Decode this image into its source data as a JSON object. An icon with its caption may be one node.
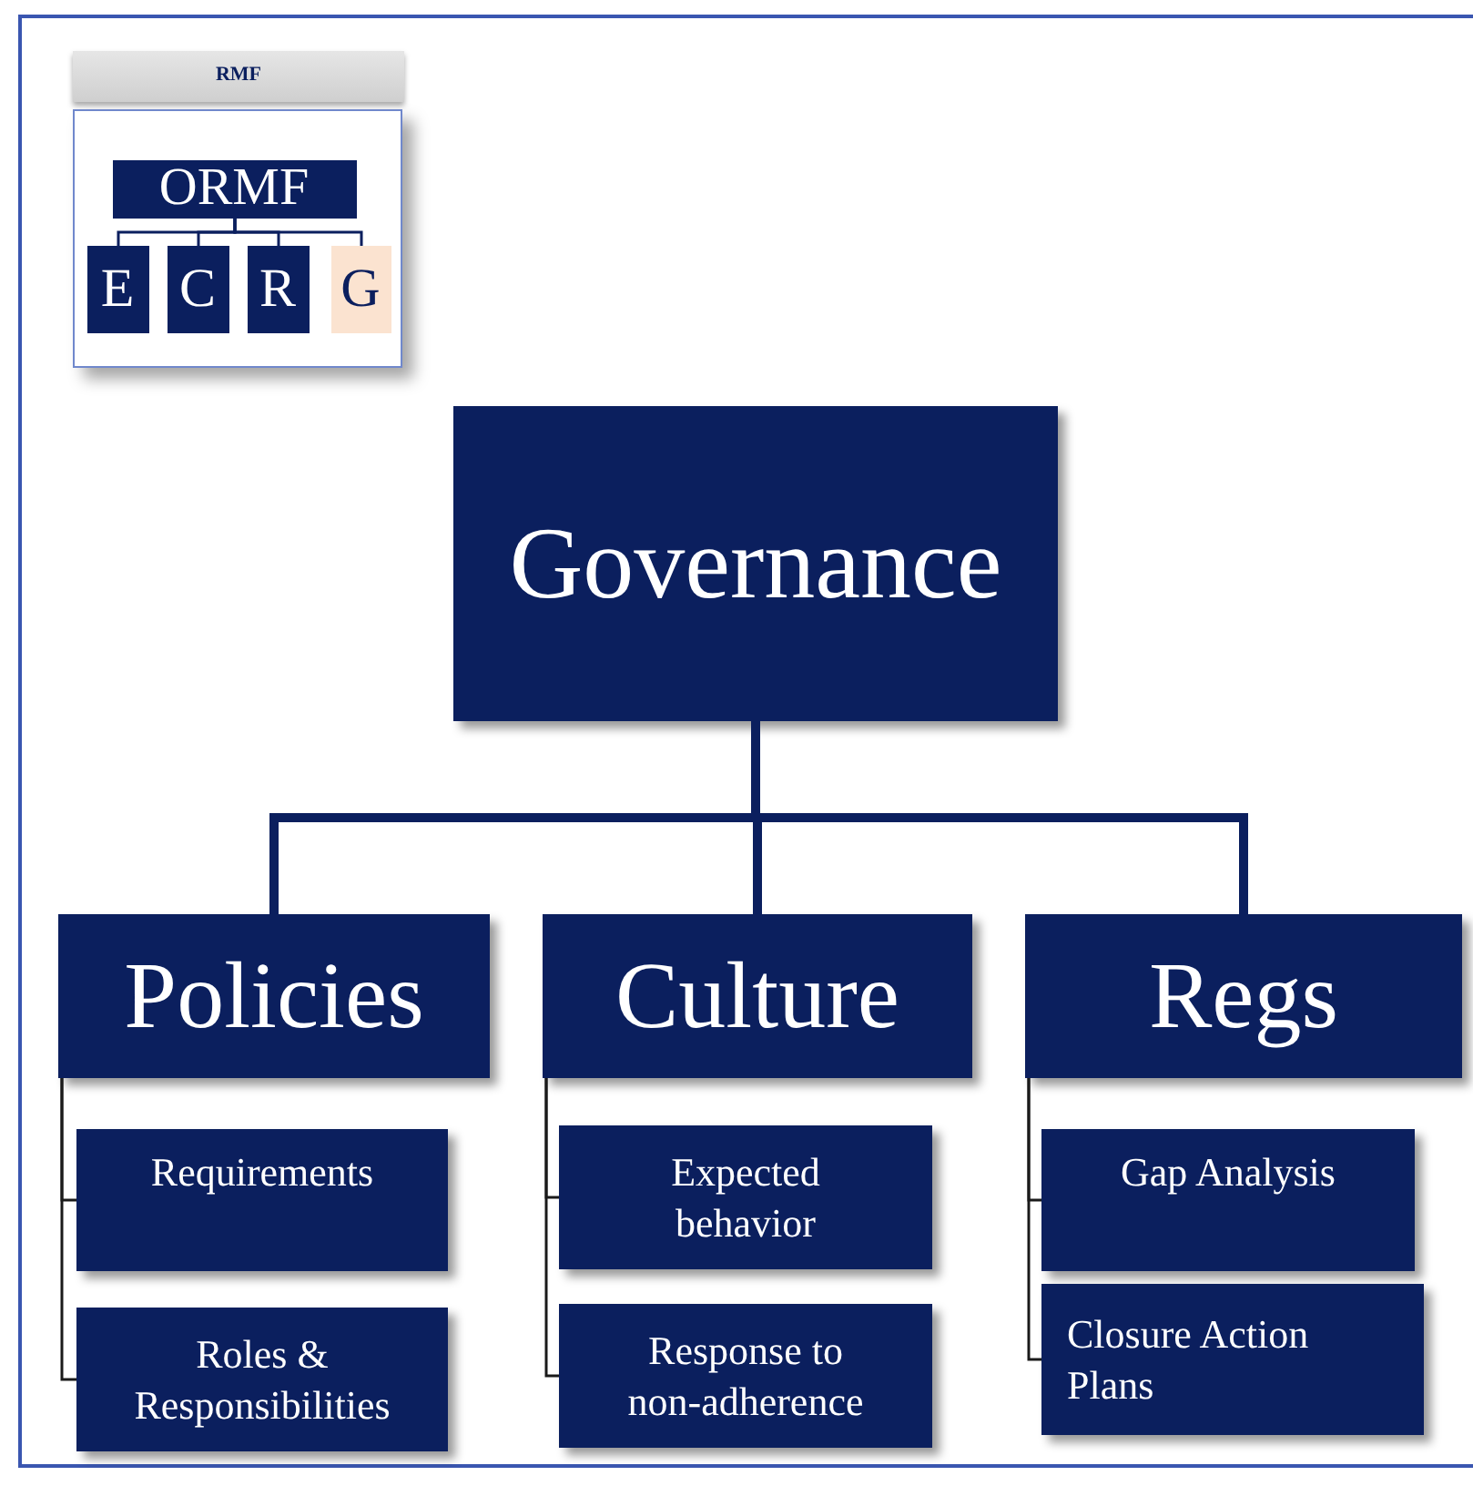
{
  "diagram": {
    "nodes": [
      {
        "text": [
          "RMF"
        ]
      },
      {
        "text": [],
        "shape": "box"
      },
      {
        "text": [
          "ORMF"
        ],
        "in": 1
      },
      {
        "text": [
          "E"
        ],
        "in": 1
      },
      {
        "text": [
          "C"
        ],
        "in": 1
      },
      {
        "text": [
          "R"
        ],
        "in": 1
      },
      {
        "text": [
          "G"
        ],
        "in": 1
      },
      {
        "text": [
          "Governance"
        ]
      },
      {
        "text": [
          "Policies"
        ]
      },
      {
        "text": [
          "Culture"
        ]
      },
      {
        "text": [
          "Regs"
        ]
      },
      {
        "text": [
          "Requirements"
        ]
      },
      {
        "text": [
          "Roles & Responsibilities"
        ]
      },
      {
        "text": [
          "Expected behavior"
        ]
      },
      {
        "text": [
          "Response to non-adherence"
        ]
      },
      {
        "text": [
          "Gap Analysis"
        ]
      },
      {
        "text": [
          "Closure Action Plans"
        ]
      }
    ],
    "edges": [
      {
        "from": 2,
        "to": 3,
        "arrow": "none",
        "color": "#0b1f5e"
      },
      {
        "from": 2,
        "to": 4,
        "arrow": "none",
        "color": "#0b1f5e"
      },
      {
        "from": 2,
        "to": 5,
        "arrow": "none",
        "color": "#0b1f5e"
      },
      {
        "from": 2,
        "to": 6,
        "arrow": "none",
        "color": "#0b1f5e"
      },
      {
        "from": 7,
        "to": 8,
        "arrow": "none",
        "style": "thick",
        "color": "#0b1f5e"
      },
      {
        "from": 7,
        "to": 9,
        "arrow": "none",
        "style": "thick",
        "color": "#0b1f5e"
      },
      {
        "from": 7,
        "to": 10,
        "arrow": "none",
        "style": "thick",
        "color": "#0b1f5e"
      },
      {
        "from": 8,
        "to": 11,
        "arrow": "none"
      },
      {
        "from": 8,
        "to": 12,
        "arrow": "none"
      },
      {
        "from": 9,
        "to": 13,
        "arrow": "none"
      },
      {
        "from": 9,
        "to": 14,
        "arrow": "none"
      },
      {
        "from": 10,
        "to": 15,
        "arrow": "none"
      },
      {
        "from": 10,
        "to": 16,
        "arrow": "none"
      }
    ]
  }
}
